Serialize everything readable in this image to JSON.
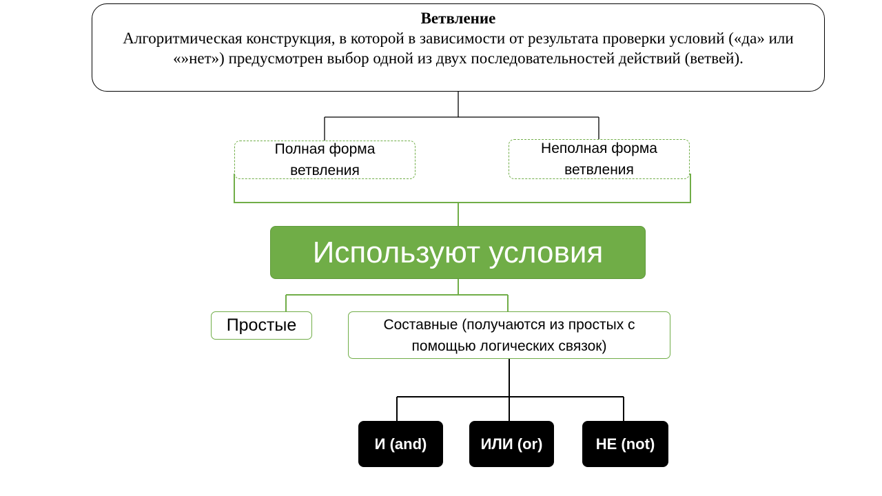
{
  "definition": {
    "title": "Ветвление",
    "text": "Алгоритмическая конструкция, в которой в зависимости от результата проверки условий («да» или «»нет») предусмотрен выбор одной из двух последовательностей действий (ветвей)."
  },
  "forms": {
    "full": "Полная форма ветвления",
    "partial": "Неполная форма ветвления"
  },
  "center": "Используют условия",
  "conditions": {
    "simple": "Простые",
    "compound": "Составные (получаются из простых с помощью логических связок)"
  },
  "operators": [
    "И (and)",
    "ИЛИ (or)",
    "НЕ (not)"
  ],
  "colors": {
    "accent": "#70ad47",
    "dark": "#000000"
  }
}
